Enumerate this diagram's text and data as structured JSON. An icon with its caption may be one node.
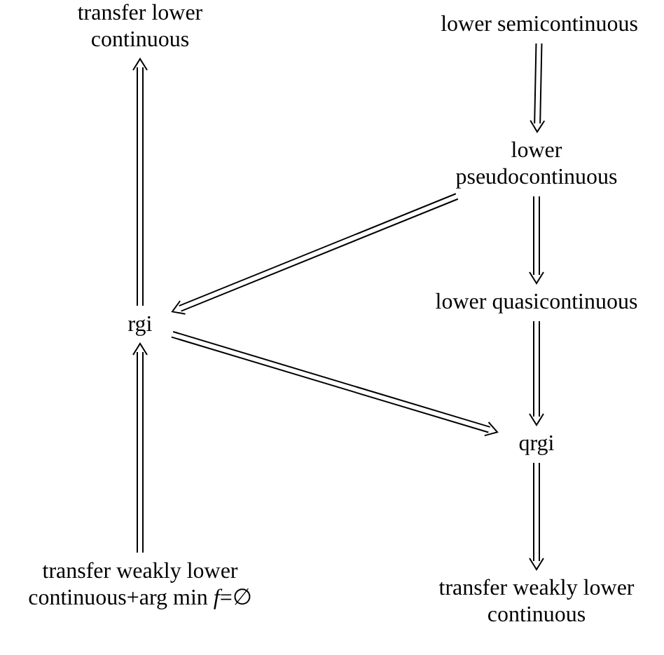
{
  "diagram": {
    "nodes": [
      {
        "text": [
          "transfer lower continuous"
        ]
      },
      {
        "text": [
          "lower semicontinuous"
        ]
      },
      {
        "text": [
          "lower pseudocontinuous"
        ]
      },
      {
        "text": [
          "rgi"
        ]
      },
      {
        "text": [
          "lower quasicontinuous"
        ]
      },
      {
        "text": [
          "qrgi"
        ]
      },
      {
        "text": [
          "transfer weakly lower continuous+arg min *f*=∅"
        ]
      },
      {
        "text": [
          "transfer weakly lower continuous"
        ]
      }
    ],
    "edges": [
      {
        "from": 1,
        "to": 2,
        "arrow": "to"
      },
      {
        "from": 2,
        "to": 4,
        "arrow": "to"
      },
      {
        "from": 4,
        "to": 5,
        "arrow": "to"
      },
      {
        "from": 5,
        "to": 7,
        "arrow": "to"
      },
      {
        "from": 2,
        "to": 3,
        "arrow": "to"
      },
      {
        "from": 3,
        "to": 5,
        "arrow": "to"
      },
      {
        "from": 3,
        "to": 0,
        "arrow": "to"
      },
      {
        "from": 6,
        "to": 3,
        "arrow": "to"
      }
    ]
  }
}
